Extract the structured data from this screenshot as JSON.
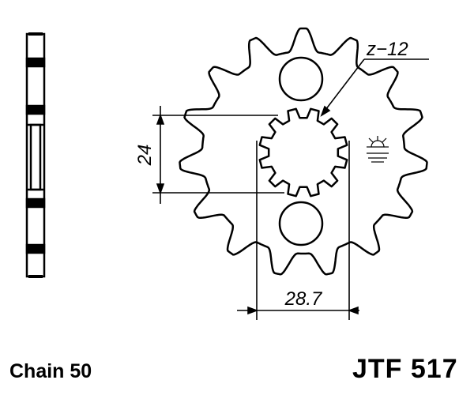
{
  "diagram": {
    "tooth_label": "z−12",
    "height_dimension": "24",
    "width_dimension": "28.7",
    "chain_label": "Chain 50",
    "part_number": "JTF 517",
    "outer_teeth": 15,
    "inner_splines": 12,
    "line_color": "#000000",
    "icon": "sun-marking-icon"
  }
}
